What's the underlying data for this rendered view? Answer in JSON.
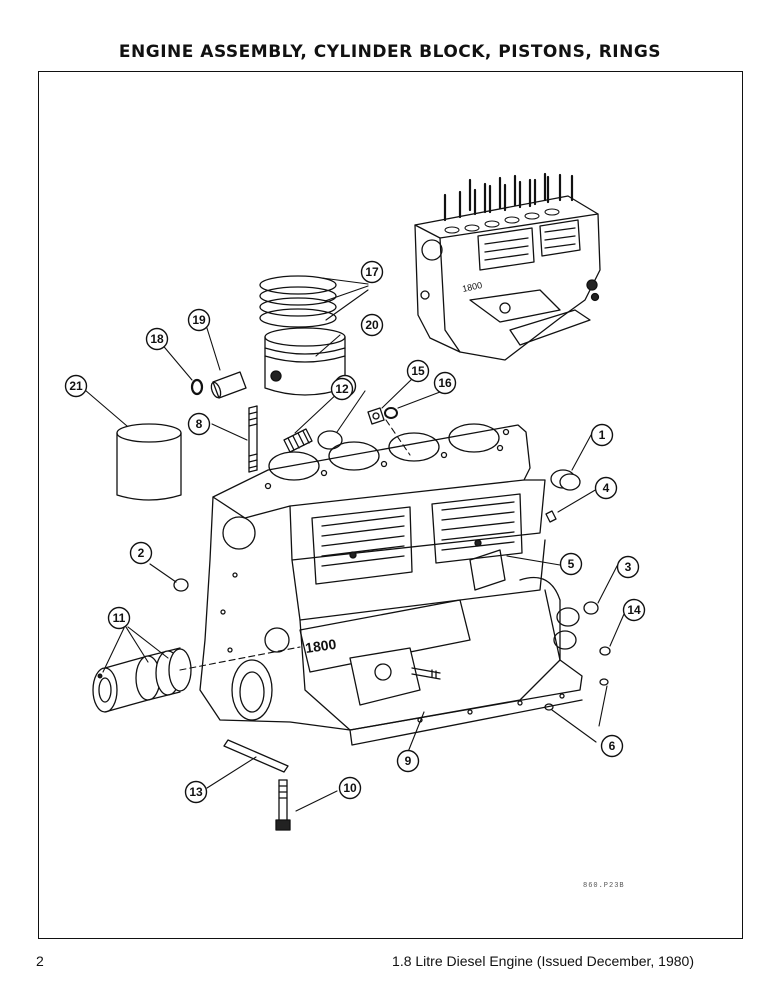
{
  "header": {
    "title": "ENGINE ASSEMBLY, CYLINDER BLOCK, PISTONS, RINGS"
  },
  "footer": {
    "page_number": "2",
    "note": "1.8 Litre Diesel Engine (Issued December, 1980)"
  },
  "figure": {
    "drawing_code": "860.P23B",
    "block_casting_mark": "1800",
    "callouts": [
      "1",
      "2",
      "3",
      "4",
      "5",
      "6",
      "7",
      "8",
      "9",
      "10",
      "11",
      "12",
      "13",
      "14",
      "15",
      "16",
      "17",
      "18",
      "19",
      "20",
      "21"
    ]
  }
}
